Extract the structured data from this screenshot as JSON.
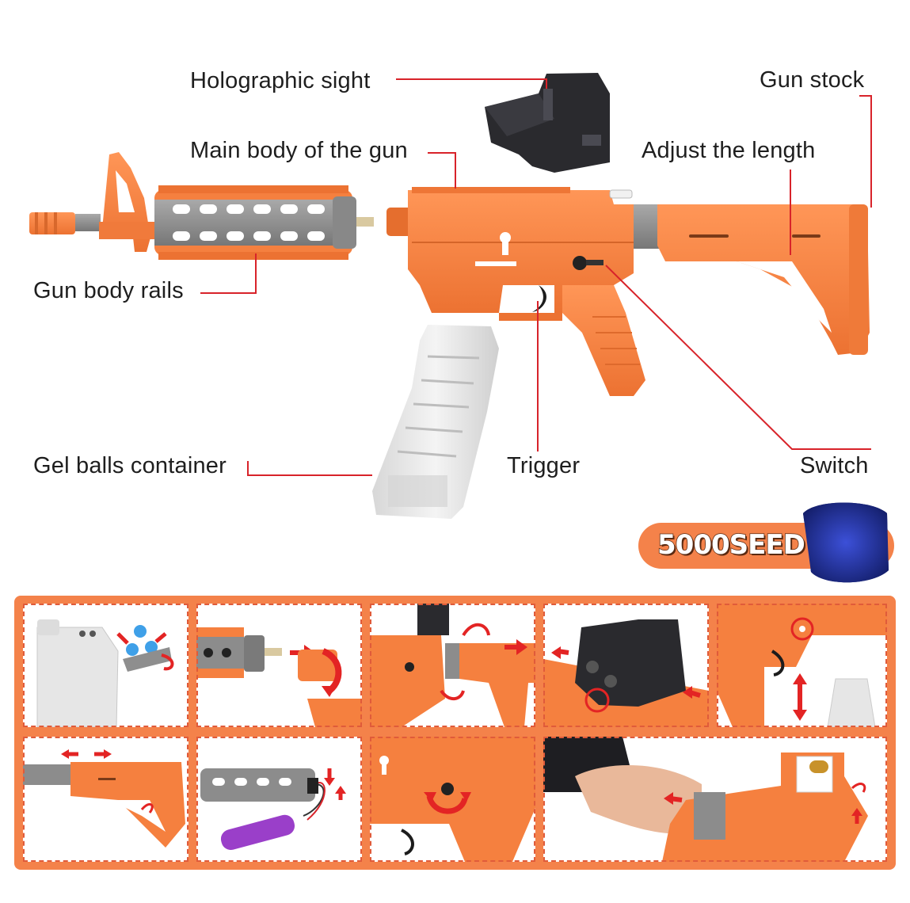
{
  "labels": {
    "holographic_sight": "Holographic sight",
    "gun_stock": "Gun stock",
    "main_body": "Main body of the gun",
    "adjust_length": "Adjust the length",
    "gun_body_rails": "Gun body rails",
    "gel_balls_container": "Gel balls container",
    "trigger": "Trigger",
    "switch": "Switch"
  },
  "badge": {
    "text": "5000SEED"
  },
  "colors": {
    "accent": "#f4824a",
    "gun_orange": "#f5803f",
    "leader_red": "#d8232a",
    "rail_gray": "#8c8c8c",
    "magazine_white": "#e9e9e9",
    "sight_black": "#2a2a2e",
    "beads_blue": "#1f2f9a"
  },
  "steps": [
    {
      "id": 1,
      "icon": "magazine-load-icon"
    },
    {
      "id": 2,
      "icon": "rail-attach-icon"
    },
    {
      "id": 3,
      "icon": "stock-attach-icon"
    },
    {
      "id": 4,
      "icon": "sight-mount-icon"
    },
    {
      "id": 5,
      "icon": "magazine-insert-icon"
    },
    {
      "id": 6,
      "icon": "stock-adjust-icon"
    },
    {
      "id": 7,
      "icon": "battery-connect-icon"
    },
    {
      "id": 8,
      "icon": "switch-rotate-icon"
    },
    {
      "id": 9,
      "icon": "hand-assembly-icon"
    }
  ]
}
